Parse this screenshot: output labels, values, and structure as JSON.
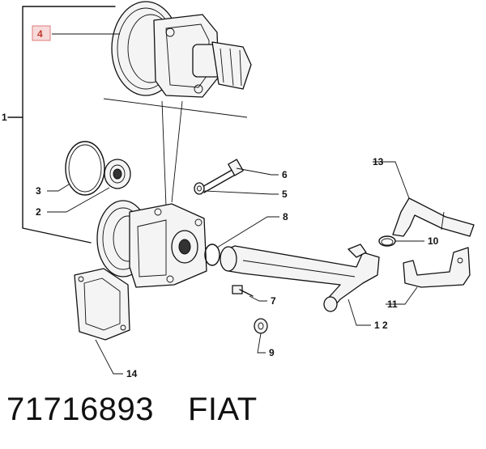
{
  "diagram": {
    "callouts": {
      "c1": "1",
      "c2": "2",
      "c3": "3",
      "c4": "4",
      "c5": "5",
      "c6": "6",
      "c7": "7",
      "c8": "8",
      "c9": "9",
      "c10": "10",
      "c11": "11",
      "c12": "1 2",
      "c13": "13",
      "c14": "14"
    },
    "highlight_color": "#e07a7a"
  },
  "footer": {
    "part_number": "71716893",
    "brand": "FIAT"
  }
}
